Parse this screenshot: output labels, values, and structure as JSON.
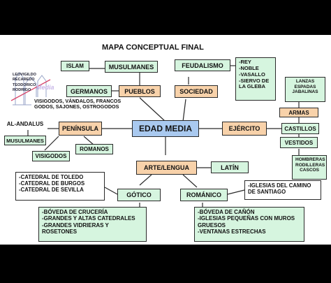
{
  "title": "MAPA CONCEPTUAL FINAL",
  "center": "EDAD MEDIA",
  "watermark": "Media",
  "thumbnail_names": [
    "LEOVIGILDO",
    "RECAREDO",
    "TEODORICO",
    "RODRIGO"
  ],
  "nodes": {
    "islam": "ISLAM",
    "musulmanes_top": "MUSULMANES",
    "germanos": "GERMANOS",
    "pueblos": "PUEBLOS",
    "pueblos_list": [
      "VISIGODOS, VÁNDALOS, FRANCOS",
      "GODOS, SAJONES, OSTROGODOS"
    ],
    "feudalismo": "FEUDALISMO",
    "feudal_list": [
      "-REY",
      "-NOBLE",
      "-VASALLO",
      "-SIERVO DE",
      "LA GLEBA"
    ],
    "sociedad": "SOCIEDAD",
    "al_andalus": "AL-ANDALUS",
    "musulmanes_left": "MUSULMANES",
    "peninsula": "PENÍNSULA",
    "visigodos": "VISIGODOS",
    "romanos": "ROMANOS",
    "ejercito": "EJÉRCITO",
    "armas": "ARMAS",
    "armas_list": [
      "LANZAS",
      "ESPADAS",
      "JABALINAS"
    ],
    "castillos": "CASTILLOS",
    "vestidos": "VESTIDOS",
    "vestidos_list": [
      "HOMBRERAS",
      "RODILLERAS",
      "CASCOS"
    ],
    "arte": "ARTE/LENGUA",
    "latin": "LATÍN",
    "gotico": "GÓTICO",
    "romanico": "ROMÁNICO",
    "catedrales": [
      "-CATEDRAL DE TOLEDO",
      "-CATEDRAL DE BURGOS",
      "-CATEDRAL DE SEVILLA"
    ],
    "gotico_features": [
      "-BÓVEDA DE CRUCERÍA",
      "-GRANDES Y ALTAS CATEDRALES",
      "-GRANDES VIDRIERAS Y",
      "ROSETONES"
    ],
    "romanico_iglesias": [
      "-IGLESIAS DEL CAMINO",
      "DE SANTIAGO"
    ],
    "romanico_features": [
      "-BÓVEDA DE CAÑÓN",
      "-IGLESIAS PEQUEÑAS CON MUROS",
      "GRUESOS",
      "-VENTANAS ESTRECHAS"
    ]
  },
  "colors": {
    "green": "#d6f5df",
    "orange": "#f8d2aa",
    "blue": "#a9c9ef"
  }
}
